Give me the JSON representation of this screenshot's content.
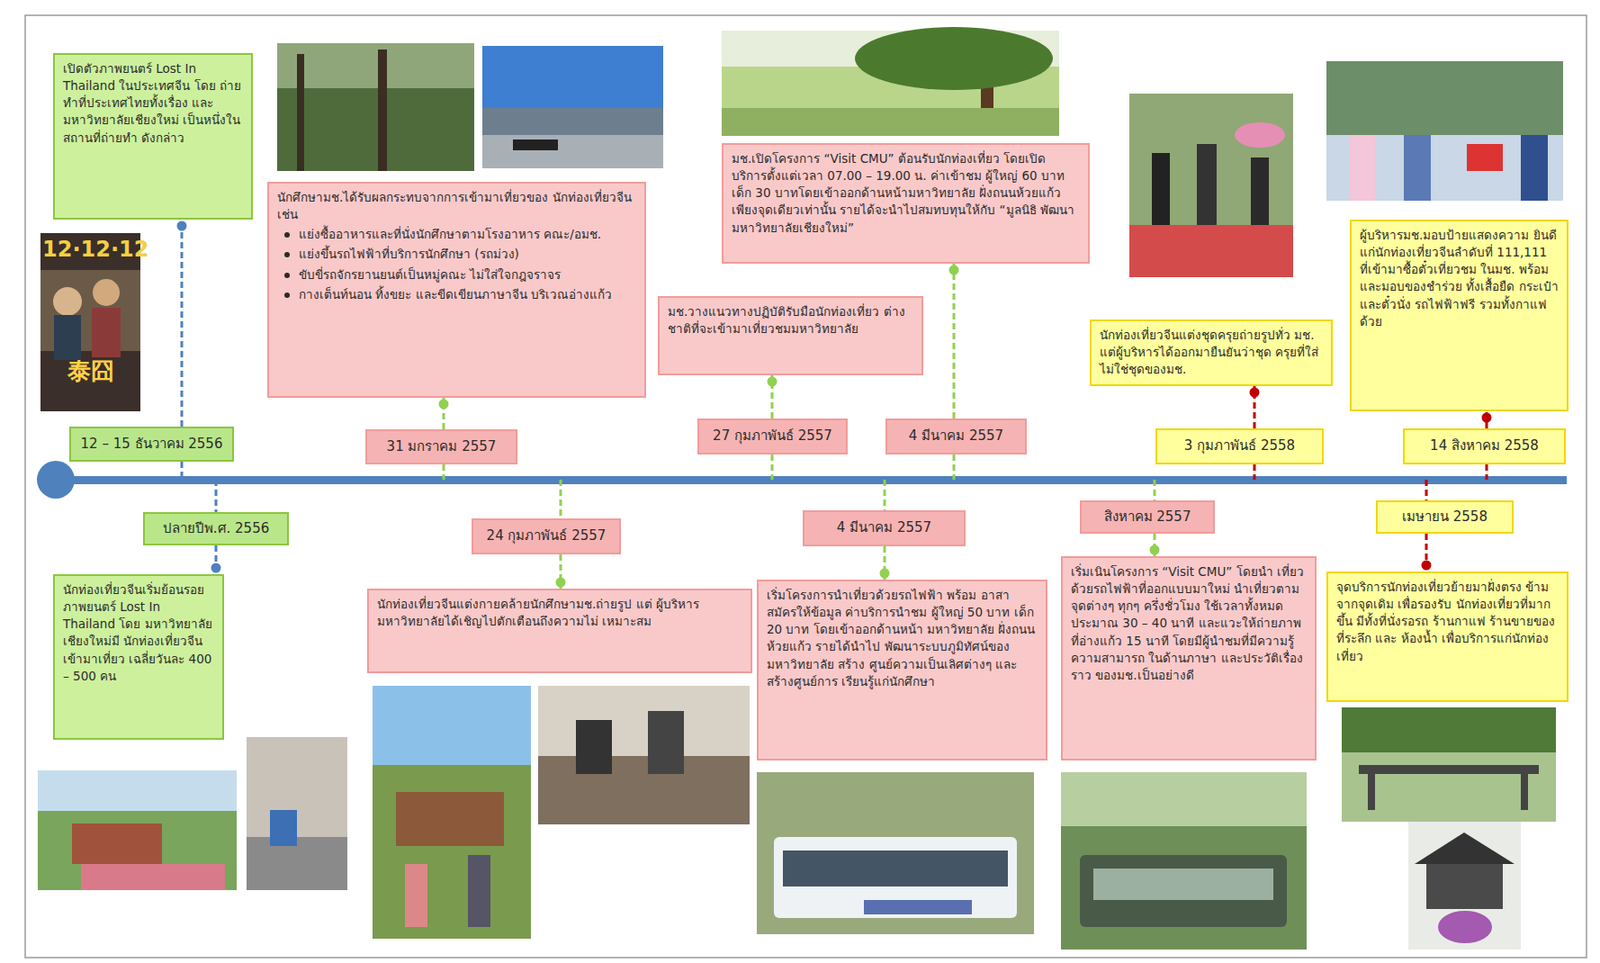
{
  "diagram": {
    "nodes": [
      {
        "text": [
          "เปิดตัวภาพยนตร์ Lost In Thailand ในประเทศจีน โดย ถ่ายทำที่ประเทศไทยทั้งเรื่อง และมหาวิทยาลัยเชียงใหม่ เป็นหนึ่งในสถานที่ถ่ายทำ ดังกล่าว"
        ]
      },
      {
        "text": [
          "12 – 15 ธันวาคม 2556"
        ]
      },
      {
        "text": [
          "ปลายปีพ.ศ. 2556"
        ]
      },
      {
        "text": [
          "นักท่องเที่ยวจีนเริ่มย้อนรอย ภาพยนตร์ Lost In Thailand โดย มหาวิทยาลัยเชียงใหม่มี นักท่องเที่ยวจีนเข้ามาเที่ยว เฉลี่ยวันละ 400 – 500 คน"
        ]
      },
      {
        "text": [
          "นักศึกษามช.ได้รับผลกระทบจากการเข้ามาเที่ยวของ นักท่องเที่ยวจีน เช่น",
          "แย่งซื้ออาหารและที่นั่งนักศึกษาตามโรงอาหาร คณะ/อมช.",
          "แย่งขึ้นรถไฟฟ้าที่บริการนักศึกษา (รถม่วง)",
          "ขับขี่รถจักรยานยนต์เป็นหมู่คณะ ไม่ใส่ใจกฎจราจร",
          "กางเต็นท์นอน ทิ้งขยะ และขีดเขียนภาษาจีน บริเวณอ่างแก้ว"
        ]
      },
      {
        "text": [
          "31 มกราคม 2557"
        ]
      },
      {
        "text": [
          "24 กุมภาพันธ์ 2557"
        ]
      },
      {
        "text": [
          "นักท่องเที่ยวจีนแต่งกายคล้ายนักศึกษามช.ถ่ายรูป แต่ ผู้บริหารมหาวิทยาลัยได้เชิญไปตักเตือนถึงความไม่ เหมาะสม"
        ]
      },
      {
        "text": [
          "มช.วางแนวทางปฏิบัติรับมือนักท่องเที่ยว ต่างชาติที่จะเข้ามาเที่ยวชมมหาวิทยาลัย"
        ]
      },
      {
        "text": [
          "27 กุมภาพันธ์ 2557"
        ]
      },
      {
        "text": [
          "มช.เปิดโครงการ “Visit CMU” ต้อนรับนักท่องเที่ยว โดยเปิด บริการตั้งแต่เวลา 07.00 – 19.00 น. ค่าเข้าชม ผู้ใหญ่ 60 บาท เด็ก 30 บาทโดยเข้าออกด้านหน้ามหาวิทยาลัย ฝั่งถนนห้วยแก้ว เพียงจุดเดียวเท่านั้น รายได้จะนำไปสมทบทุนให้กับ “มูลนิธิ พัฒนามหาวิทยาลัยเชียงใหม่”"
        ]
      },
      {
        "text": [
          "4 มีนาคม 2557"
        ]
      },
      {
        "text": [
          "4 มีนาคม 2557"
        ]
      },
      {
        "text": [
          "เริ่มโครงการนำเที่ยวด้วยรถไฟฟ้า พร้อม อาสาสมัครให้ข้อมูล ค่าบริการนำชม ผู้ใหญ่ 50 บาท เด็ก 20 บาท โดยเข้าออกด้านหน้า มหาวิทยาลัย ฝั่งถนนห้วยแก้ว รายได้นำไป พัฒนาระบบภูมิทัศน์ของมหาวิทยาลัย สร้าง ศูนย์ความเป็นเลิศต่างๆ และสร้างศูนย์การ เรียนรู้แก่นักศึกษา"
        ]
      },
      {
        "text": [
          "สิงหาคม 2557"
        ]
      },
      {
        "text": [
          "เริ่มเนินโครงการ “Visit CMU” โดยนำ เที่ยวด้วยรถไฟฟ้าที่ออกแบบมาใหม่ นำเที่ยวตามจุดต่างๆ ทุกๆ ครึ่งชั่วโมง ใช้เวลาทั้งหมดประมาณ 30 – 40 นาที และแวะให้ถ่ายภาพที่อ่างแก้ว 15 นาที โดยมีผู้นำชมที่มีความรู้ความสามารถ ในด้านภาษา และประวัติเรื่องราว ของมช.เป็นอย่างดี"
        ]
      },
      {
        "text": [
          "นักท่องเที่ยวจีนแต่งชุดครุยถ่ายรูปทั่ว มช. แต่ผู้บริหารได้ออกมายืนยันว่าชุด ครุยที่ใส่ไม่ใช่ชุดของมช."
        ]
      },
      {
        "text": [
          "3 กุมภาพันธ์ 2558"
        ]
      },
      {
        "text": [
          "เมษายน 2558"
        ]
      },
      {
        "text": [
          "จุดบริการนักท่องเที่ยวย้ายมาฝั่งตรง ข้ามจากจุดเดิม เพื่อรองรับ นักท่องเที่ยวที่มากขึ้น มีทั้งที่นั่งรอรถ ร้านกาแฟ ร้านขายของที่ระลึก และ ห้องน้ำ เพื่อบริการแก่นักท่องเที่ยว"
        ]
      },
      {
        "text": [
          "ผู้บริหารมช.มอบป้ายแสดงความ ยินดีแก่นักท่องเที่ยวจีนลำดับที่ 111,111 ที่เข้ามาซื้อตั๋วเที่ยวชม ในมช. พร้อมและมอบของชำร่วย ทั้งเสื้อยืด กระเป๋าและตั๋วนั่ง รถไฟฟ้าฟรี รวมทั้งกาแฟด้วย"
        ]
      },
      {
        "text": [
          "14 สิงหาคม 2558"
        ]
      }
    ],
    "edges": [
      {
        "from": 1,
        "to": 0,
        "arrow": "none"
      },
      {
        "from": 2,
        "to": 3,
        "arrow": "none"
      },
      {
        "from": 5,
        "to": 4,
        "arrow": "none"
      },
      {
        "from": 6,
        "to": 7,
        "arrow": "none"
      },
      {
        "from": 9,
        "to": 8,
        "arrow": "none"
      },
      {
        "from": 11,
        "to": 10,
        "arrow": "none"
      },
      {
        "from": 12,
        "to": 13,
        "arrow": "none"
      },
      {
        "from": 14,
        "to": 15,
        "arrow": "none"
      },
      {
        "from": 17,
        "to": 16,
        "arrow": "none"
      },
      {
        "from": 18,
        "to": 19,
        "arrow": "none"
      },
      {
        "from": 21,
        "to": 20,
        "arrow": "none"
      }
    ],
    "labels": [
      "12·12·12",
      "泰囧"
    ]
  }
}
